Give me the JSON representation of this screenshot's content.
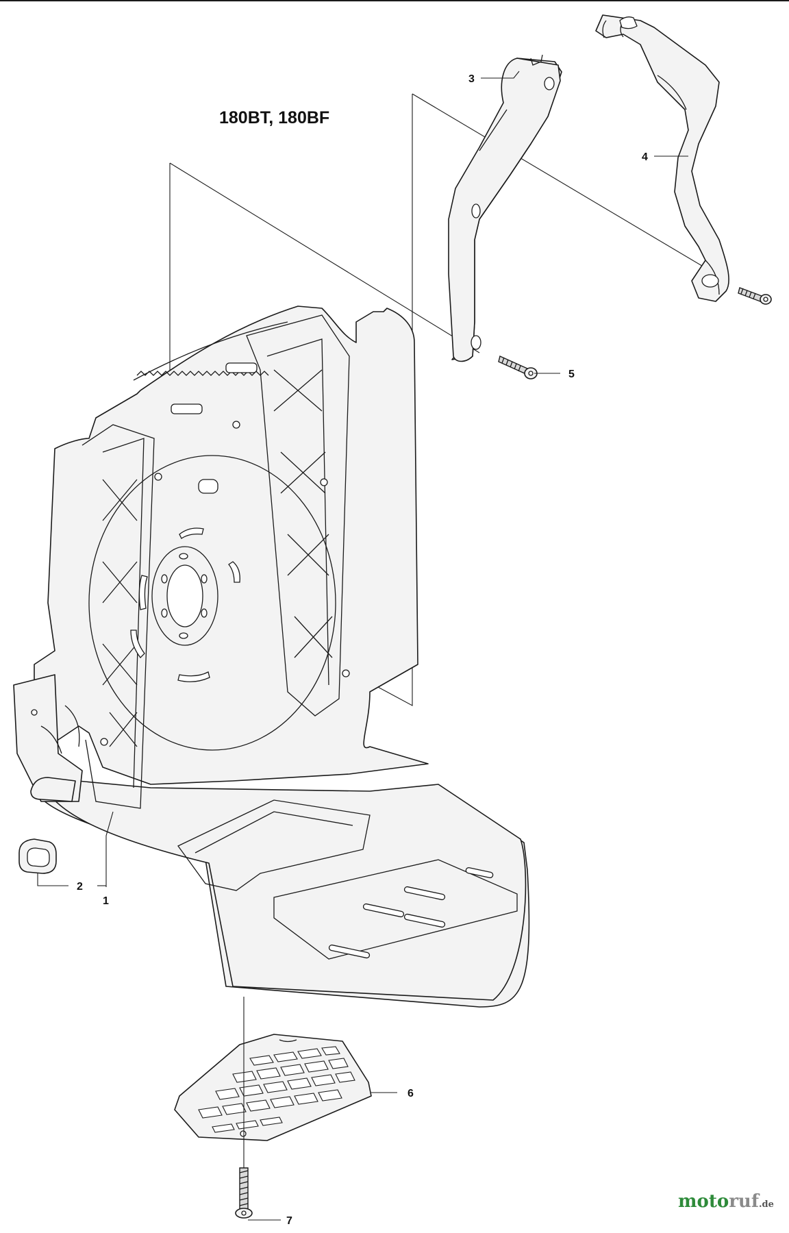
{
  "diagram": {
    "model_title": "180BT, 180BF",
    "parts": [
      {
        "id": "1",
        "label": "1"
      },
      {
        "id": "2",
        "label": "2"
      },
      {
        "id": "3",
        "label": "3"
      },
      {
        "id": "4",
        "label": "4"
      },
      {
        "id": "5",
        "label": "5"
      },
      {
        "id": "6",
        "label": "6"
      },
      {
        "id": "7",
        "label": "7"
      }
    ]
  },
  "watermark": {
    "brand_a": "moto",
    "brand_b": "ruf",
    "suffix": ".de"
  },
  "colors": {
    "line": "#1a1a1a",
    "fill": "#f3f3f3",
    "watermark_green": "#2e8b3a",
    "watermark_gray": "#8a8a8a"
  }
}
